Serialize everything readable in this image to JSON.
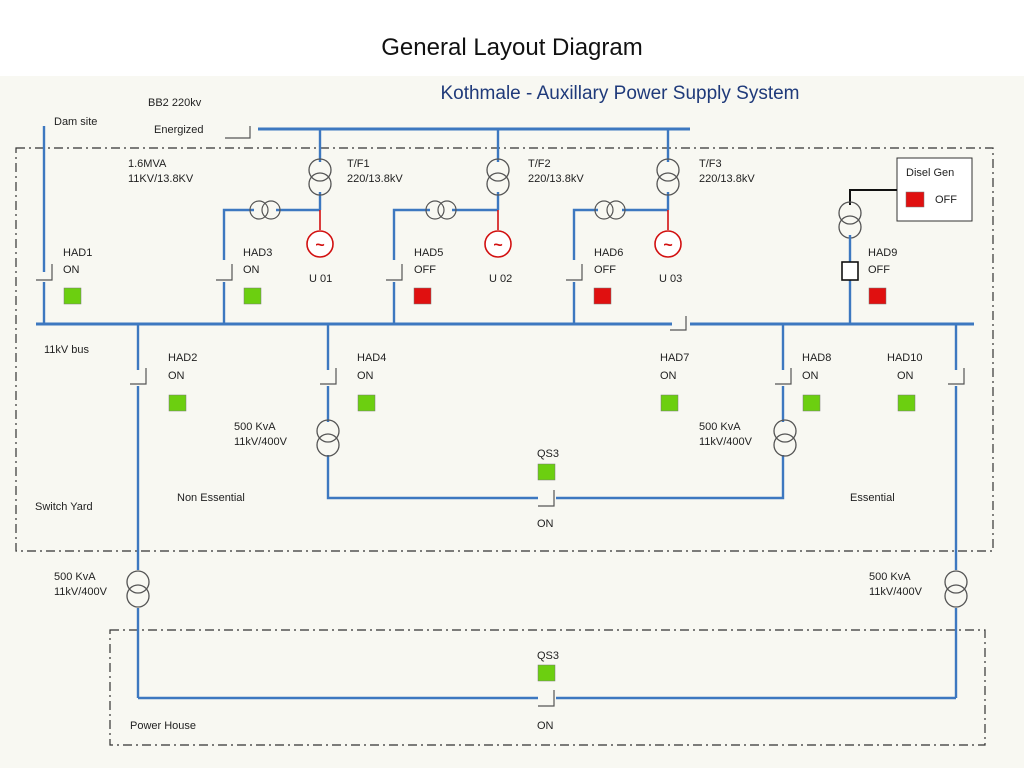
{
  "slide_title": "General Layout Diagram",
  "diagram_title": "Kothmale - Auxillary Power Supply System",
  "colors": {
    "line": "#3d78c0",
    "on": "#6ccf10",
    "off": "#e01010",
    "generator": "#d21010",
    "title": "#1f3a7a"
  },
  "labels": {
    "bb2": "BB2  220kv",
    "energized": "Energized",
    "dam_site": "Dam site",
    "bus_11kv": "11kV bus",
    "switch_yard": "Switch Yard",
    "non_essential": "Non Essential",
    "essential": "Essential",
    "power_house": "Power House",
    "tx_16mva_1": "1.6MVA",
    "tx_16mva_2": "11KV/13.8KV"
  },
  "transformers": [
    {
      "name": "T/F1",
      "rating": "220/13.8kV"
    },
    {
      "name": "T/F2",
      "rating": "220/13.8kV"
    },
    {
      "name": "T/F3",
      "rating": "220/13.8kV"
    }
  ],
  "units": [
    "U 01",
    "U 02",
    "U 03"
  ],
  "breakers": [
    {
      "name": "HAD1",
      "state": "ON"
    },
    {
      "name": "HAD3",
      "state": "ON"
    },
    {
      "name": "HAD5",
      "state": "OFF"
    },
    {
      "name": "HAD6",
      "state": "OFF"
    },
    {
      "name": "HAD9",
      "state": "OFF"
    },
    {
      "name": "HAD2",
      "state": "ON"
    },
    {
      "name": "HAD4",
      "state": "ON"
    },
    {
      "name": "HAD7",
      "state": "ON"
    },
    {
      "name": "HAD8",
      "state": "ON"
    },
    {
      "name": "HAD10",
      "state": "ON"
    }
  ],
  "qs3_upper": {
    "name": "QS3",
    "state": "ON"
  },
  "qs3_lower": {
    "name": "QS3",
    "state": "ON"
  },
  "diesel_gen": {
    "label": "Disel Gen",
    "state": "OFF"
  },
  "transformer_500": {
    "rating": "500 KvA",
    "voltage": "11kV/400V"
  }
}
